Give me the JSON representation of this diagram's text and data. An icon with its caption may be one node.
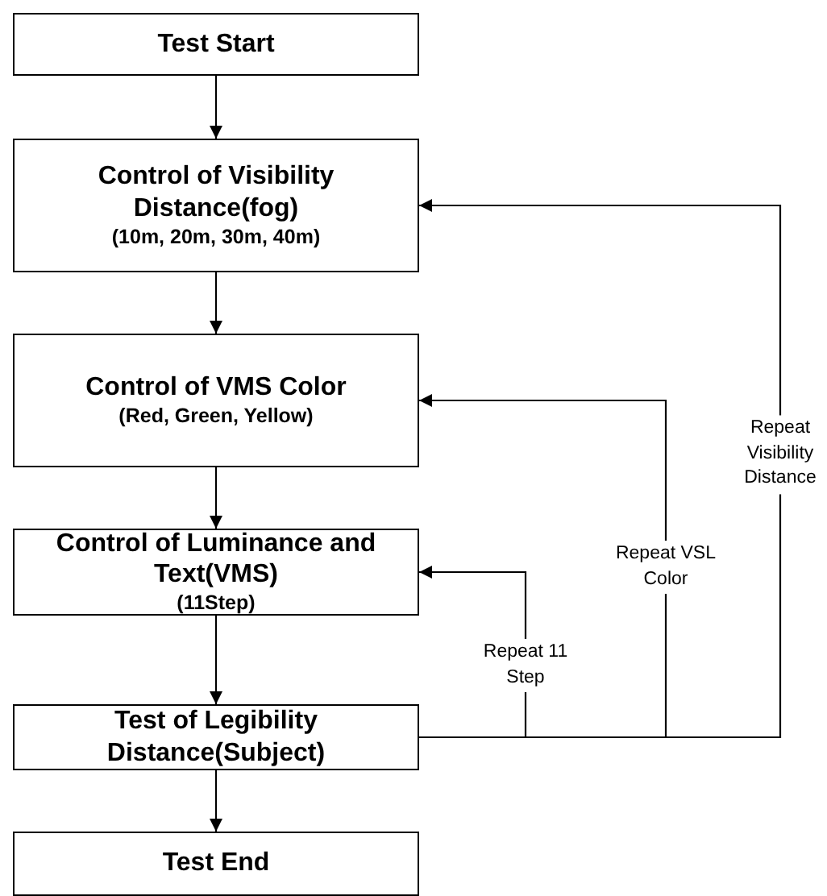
{
  "diagram": {
    "nodes": [
      {
        "text": [
          "Test Start"
        ]
      },
      {
        "text": [
          "Control of Visibility Distance(fog)",
          "(10m, 20m, 30m, 40m)"
        ]
      },
      {
        "text": [
          "Control of VMS Color",
          "(Red, Green, Yellow)"
        ]
      },
      {
        "text": [
          "Control of Luminance and Text(VMS)",
          "(11Step)"
        ]
      },
      {
        "text": [
          "Test of Legibility Distance(Subject)"
        ]
      },
      {
        "text": [
          "Test End"
        ]
      }
    ],
    "edges": [
      {
        "from": 0,
        "to": 1,
        "arrow": "to"
      },
      {
        "from": 1,
        "to": 2,
        "arrow": "to"
      },
      {
        "from": 2,
        "to": 3,
        "arrow": "to"
      },
      {
        "from": 3,
        "to": 4,
        "arrow": "to"
      },
      {
        "from": 4,
        "to": 5,
        "arrow": "to"
      },
      {
        "from": 4,
        "to": 1,
        "arrow": "to",
        "label": "Repeat Visibility Distance"
      },
      {
        "from": 4,
        "to": 2,
        "arrow": "to",
        "label": "Repeat VSL Color"
      },
      {
        "from": 4,
        "to": 3,
        "arrow": "to",
        "label": "Repeat 11 Step"
      }
    ]
  }
}
